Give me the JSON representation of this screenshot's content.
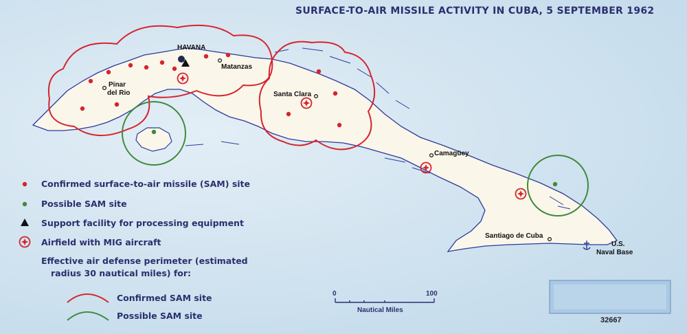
{
  "title": "SURFACE-TO-AIR MISSILE ACTIVITY IN CUBA, 5 SEPTEMBER 1962",
  "places": {
    "havana": "HAVANA",
    "pinar1": "Pinar",
    "pinar2": "del Rio",
    "matanzas": "Matanzas",
    "santa_clara": "Santa Clara",
    "camaguey": "Camagüey",
    "santiago": "Santiago de Cuba",
    "naval1": "U.S.",
    "naval2": "Naval Base"
  },
  "legend": {
    "confirmed_sam": "Confirmed surface-to-air missile (SAM) site",
    "possible_sam": "Possible SAM site",
    "support": "Support facility for processing equipment",
    "airfield": "Airfield with MIG aircraft",
    "perimeter_line1": "Effective air defense perimeter (estimated",
    "perimeter_line2": "radius 30 nautical miles) for:",
    "perimeter_confirmed": "Confirmed SAM site",
    "perimeter_possible": "Possible SAM site"
  },
  "scale": {
    "zero": "0",
    "max": "100",
    "unit": "Nautical Miles"
  },
  "doc_number": "32667",
  "colors": {
    "confirmed": "#d6242e",
    "possible": "#3f8a3c",
    "text": "#2b2f6e",
    "land": "#faf6ea",
    "coast": "#2c3a9a"
  }
}
